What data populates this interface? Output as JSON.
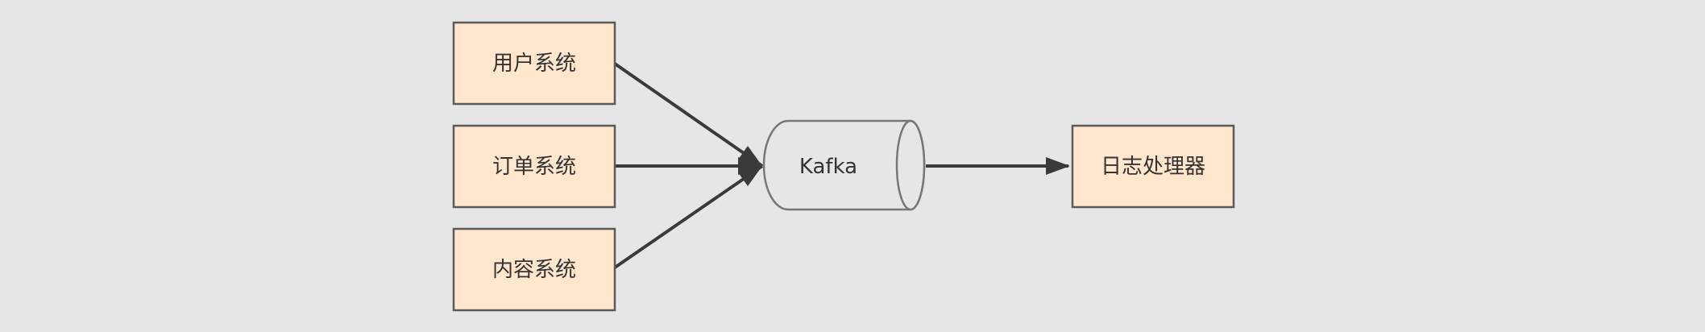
{
  "diagram": {
    "nodes": [
      {
        "id": "user",
        "label": "用户系统",
        "shape": "box"
      },
      {
        "id": "order",
        "label": "订单系统",
        "shape": "box"
      },
      {
        "id": "content",
        "label": "内容系统",
        "shape": "box"
      },
      {
        "id": "kafka",
        "label": "Kafka",
        "shape": "cylinder"
      },
      {
        "id": "log",
        "label": "日志处理器",
        "shape": "box"
      }
    ],
    "edges": [
      {
        "from": "user",
        "to": "kafka"
      },
      {
        "from": "order",
        "to": "kafka"
      },
      {
        "from": "content",
        "to": "kafka"
      },
      {
        "from": "kafka",
        "to": "log"
      }
    ]
  },
  "colors": {
    "background": "#e6e6e6",
    "box_fill": "#ffe6cc",
    "box_stroke": "#5a5a5a",
    "cylinder_fill": "#e6e6e6",
    "cylinder_stroke": "#777777",
    "edge_stroke": "#3a3a3a",
    "text": "#333333"
  }
}
